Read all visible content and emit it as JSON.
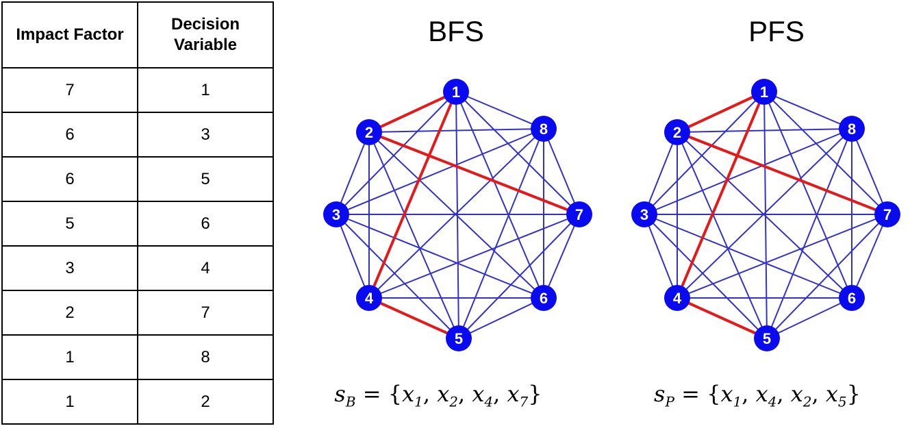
{
  "table": {
    "headers": [
      "Impact Factor",
      "Decision Variable"
    ],
    "rows": [
      [
        "7",
        "1"
      ],
      [
        "6",
        "3"
      ],
      [
        "6",
        "5"
      ],
      [
        "5",
        "6"
      ],
      [
        "3",
        "4"
      ],
      [
        "2",
        "7"
      ],
      [
        "1",
        "8"
      ],
      [
        "1",
        "2"
      ]
    ]
  },
  "graphs": [
    {
      "id": "bfs",
      "title": "BFS",
      "nodes": [
        "1",
        "2",
        "3",
        "4",
        "5",
        "6",
        "7",
        "8"
      ],
      "highlighted_edges": [
        [
          "1",
          "2"
        ],
        [
          "2",
          "7"
        ],
        [
          "1",
          "4"
        ],
        [
          "4",
          "5"
        ]
      ],
      "formula": {
        "var": "s",
        "sub": "B",
        "eq": " = {",
        "items": [
          [
            "x",
            "1"
          ],
          [
            "x",
            "2"
          ],
          [
            "x",
            "4"
          ],
          [
            "x",
            "7"
          ]
        ],
        "close": "}"
      }
    },
    {
      "id": "pfs",
      "title": "PFS",
      "nodes": [
        "1",
        "2",
        "3",
        "4",
        "5",
        "6",
        "7",
        "8"
      ],
      "highlighted_edges": [
        [
          "1",
          "2"
        ],
        [
          "2",
          "7"
        ],
        [
          "1",
          "4"
        ],
        [
          "4",
          "5"
        ]
      ],
      "formula": {
        "var": "s",
        "sub": "P",
        "eq": " = {",
        "items": [
          [
            "x",
            "1"
          ],
          [
            "x",
            "4"
          ],
          [
            "x",
            "2"
          ],
          [
            "x",
            "5"
          ]
        ],
        "close": "}"
      }
    }
  ],
  "colors": {
    "node": "#0a0af0",
    "edge": "#3030d0",
    "highlight": "#e41a1a",
    "node_text": "#ffffff"
  }
}
